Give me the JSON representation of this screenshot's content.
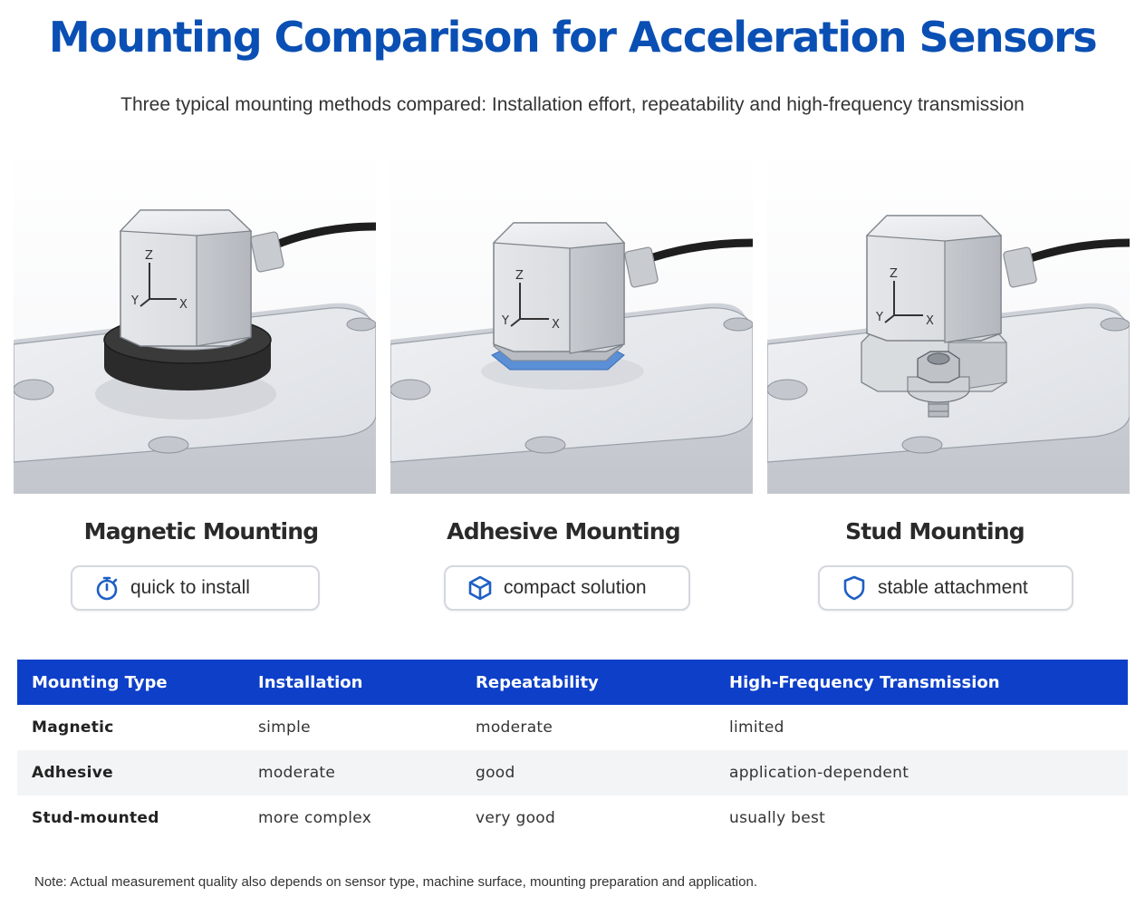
{
  "header": {
    "title": "Mounting Comparison for Acceleration Sensors",
    "subtitle": "Three typical mounting methods compared: Installation effort, repeatability and high-frequency transmission"
  },
  "methods": [
    {
      "title": "Magnetic Mounting",
      "badge_icon": "stopwatch-icon",
      "badge_label": "quick to install"
    },
    {
      "title": "Adhesive Mounting",
      "badge_icon": "cube-icon",
      "badge_label": "compact solution"
    },
    {
      "title": "Stud Mounting",
      "badge_icon": "shield-icon",
      "badge_label": "stable attachment"
    }
  ],
  "axis_labels": {
    "z": "Z",
    "y": "Y",
    "x": "X"
  },
  "table": {
    "headers": [
      "Mounting Type",
      "Installation",
      "Repeatability",
      "High-Frequency Transmission"
    ],
    "rows": [
      [
        "Magnetic",
        "simple",
        "moderate",
        "limited"
      ],
      [
        "Adhesive",
        "moderate",
        "good",
        "application-dependent"
      ],
      [
        "Stud-mounted",
        "more complex",
        "very good",
        "usually best"
      ]
    ]
  },
  "note": "Note: Actual measurement quality also depends on sensor type, machine surface, mounting preparation and application.",
  "colors": {
    "title": "#0a4fb3",
    "table_header": "#0d3fc9",
    "icon_blue": "#1f5fc4",
    "adhesive_layer": "#5b8fd6",
    "magnet_base": "#2e2e2e"
  }
}
